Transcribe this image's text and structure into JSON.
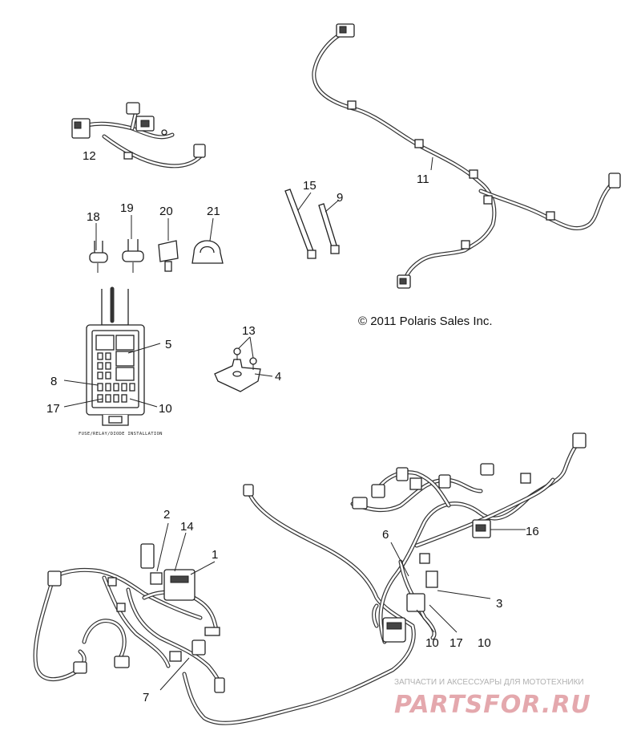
{
  "copyright": "© 2011 Polaris Sales Inc.",
  "inset_caption": "FUSE/RELAY/DIODE INSTALLATION",
  "callouts": {
    "c1": "1",
    "c2": "2",
    "c3": "3",
    "c4": "4",
    "c5": "5",
    "c6": "6",
    "c7": "7",
    "c8": "8",
    "c9": "9",
    "c10a": "10",
    "c10b": "10",
    "c10c": "10",
    "c11": "11",
    "c12": "12",
    "c13": "13",
    "c14": "14",
    "c15": "15",
    "c16": "16",
    "c17a": "17",
    "c17b": "17",
    "c18": "18",
    "c19": "19",
    "c20": "20",
    "c21": "21"
  },
  "watermark": {
    "tagline": "ЗАПЧАСТИ И АКСЕССУАРЫ ДЛЯ МОТОТЕХНИКИ",
    "logo": "PARTSFOR.RU"
  }
}
